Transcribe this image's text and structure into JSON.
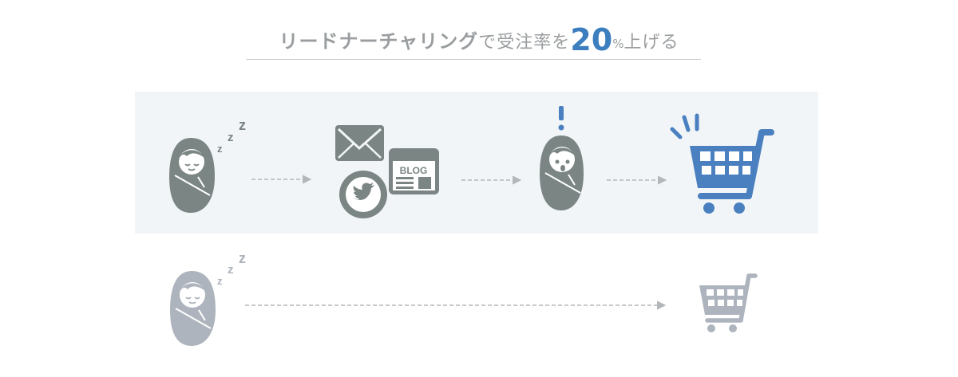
{
  "title": {
    "part1": "リードナーチャリング",
    "part2": "で受注率を",
    "number": "20",
    "unit": "%",
    "part3": "上げる"
  },
  "colors": {
    "baby_active": "#7b8584",
    "baby_inactive": "#aeb4bd",
    "accent": "#4a80bf",
    "band": "#f2f5f8",
    "arrow": "#b3b7ba"
  },
  "icons": {
    "sleeping_baby": "sleeping-baby-icon",
    "mail": "mail-icon",
    "twitter": "twitter-icon",
    "blog": "blog-icon",
    "surprised_baby": "surprised-baby-icon",
    "cart": "shopping-cart-icon"
  },
  "blog_label": "BLOG",
  "zzz_label": "z",
  "alert_label": "!"
}
